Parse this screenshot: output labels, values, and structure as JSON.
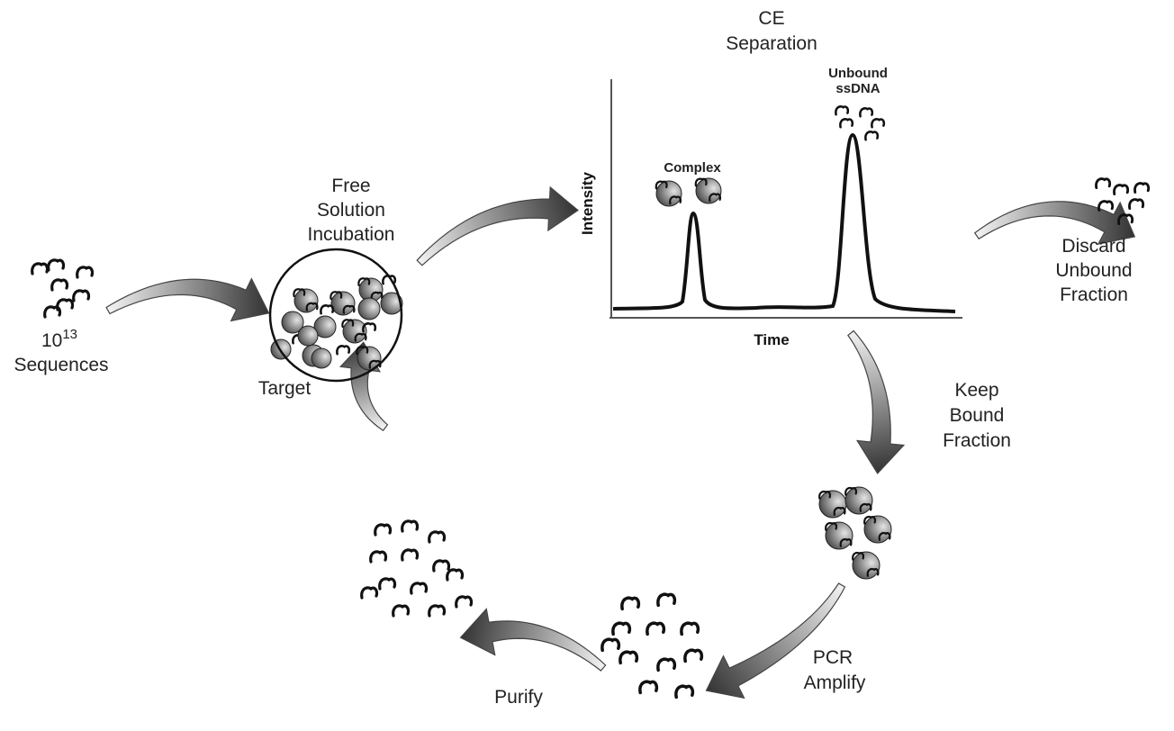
{
  "title": {
    "line1": "CE",
    "line2": "Separation"
  },
  "plot": {
    "y_axis_label": "Intensity",
    "x_axis_label": "Time",
    "peak_complex_label": "Complex",
    "peak_unbound_label_line1": "Unbound",
    "peak_unbound_label_line2": "ssDNA"
  },
  "steps": {
    "incubation": {
      "line1": "Free",
      "line2": "Solution",
      "line3": "Incubation"
    },
    "library": {
      "base": "10",
      "exponent": "13",
      "line2": "Sequences"
    },
    "discard": {
      "line1": "Discard",
      "line2": "Unbound",
      "line3": "Fraction"
    },
    "keep": {
      "line1": "Keep",
      "line2": "Bound",
      "line3": "Fraction"
    },
    "pcr": {
      "line1": "PCR",
      "line2": "Amplify"
    },
    "purify": "Purify",
    "target": "Target"
  },
  "colors": {
    "ink": "#111111",
    "arrow_dark": "#333333",
    "arrow_light": "#f2f2f2",
    "sphere_dark": "#3a3a3a",
    "sphere_light": "#dddddd"
  }
}
